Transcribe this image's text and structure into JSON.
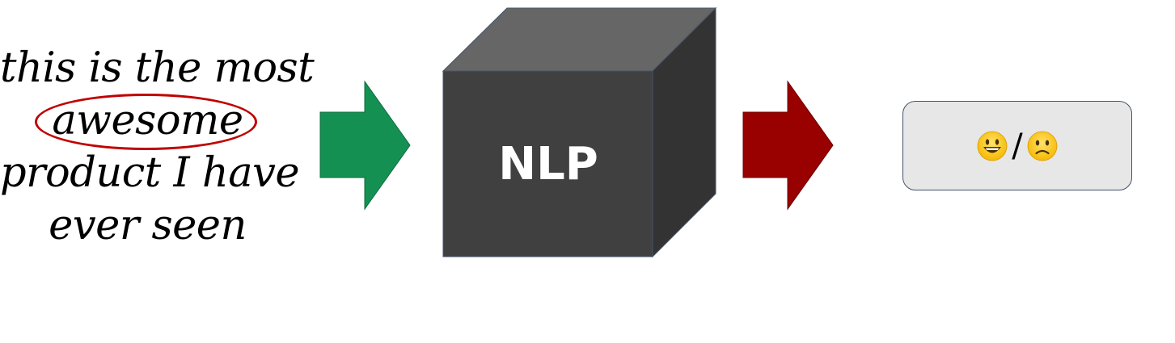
{
  "input_sentence": {
    "line1": "this is the most",
    "line2": "awesome",
    "line3": "product I have",
    "line4": "ever seen",
    "highlighted_word": "awesome",
    "highlight_color": "#c00000"
  },
  "model": {
    "label": "NLP",
    "front_color": "#404040",
    "top_color": "#666666",
    "side_color": "#333333"
  },
  "arrows": {
    "input_arrow_color": "#149152",
    "output_arrow_color": "#990000"
  },
  "output": {
    "positive_icon": "grinning-face-icon",
    "separator": "/",
    "negative_icon": "slightly-frowning-face-icon",
    "box_color": "#e7e7e7"
  }
}
